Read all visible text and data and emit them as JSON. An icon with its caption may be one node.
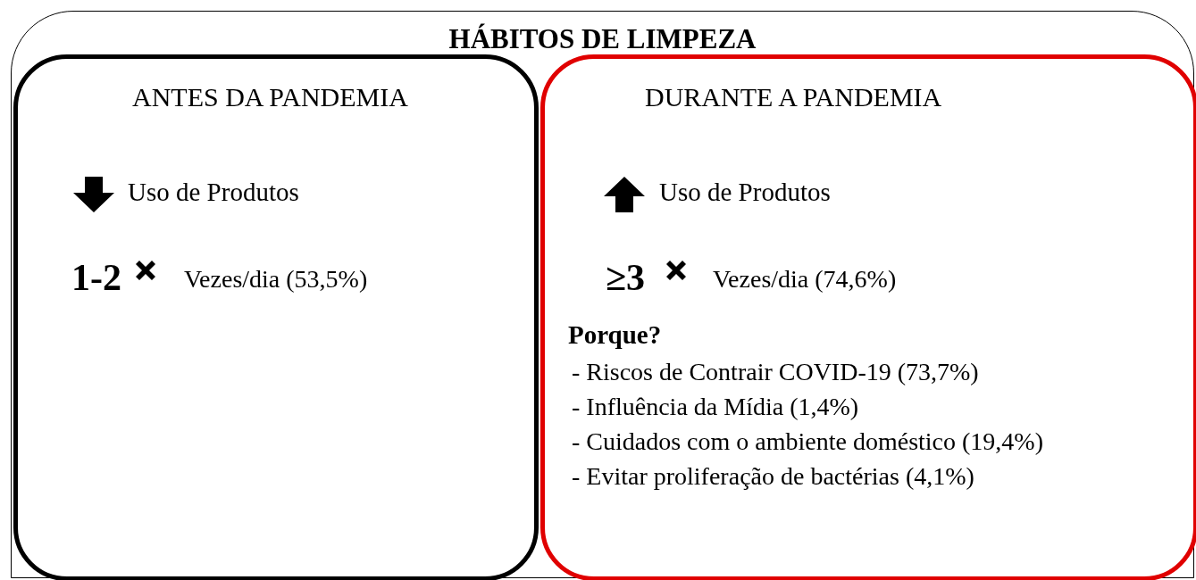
{
  "diagram": {
    "nodes": [
      {
        "text": [
          "HÁBITOS DE LIMPEZA"
        ]
      },
      {
        "text": [
          "ANTES DA PANDEMIA",
          "Uso de Produtos",
          "1-2",
          "Vezes/dia (53,5%)"
        ],
        "in": 0
      },
      {
        "text": [
          "DURANTE A PANDEMIA",
          "Uso de Produtos",
          "≥3",
          "Vezes/dia (74,6%)",
          "Porque?",
          "- Riscos de Contrair COVID-19 (73,7%)",
          "- Influência da Mídia (1,4%)",
          "- Cuidados com o ambiente doméstico (19,4%)",
          "- Evitar proliferação de bactérias (4,1%)"
        ],
        "in": 0
      }
    ]
  }
}
